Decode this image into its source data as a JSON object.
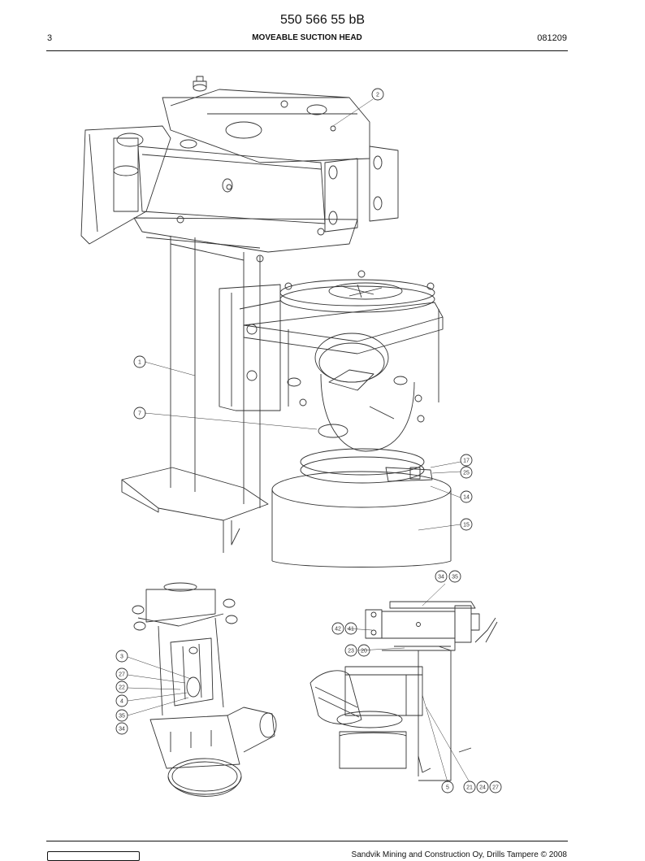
{
  "header": {
    "doc_number": "550 566 55 bB",
    "page": "3",
    "section_title": "MOVEABLE SUCTION HEAD",
    "date_code": "081209"
  },
  "callouts": {
    "main": [
      "2",
      "1",
      "7",
      "17",
      "25",
      "14",
      "15"
    ],
    "left": [
      "3",
      "27",
      "22",
      "4",
      "35",
      "34"
    ],
    "right": [
      "34",
      "35",
      "42",
      "41",
      "23",
      "20",
      "5",
      "21",
      "24",
      "27"
    ]
  },
  "footer": {
    "copyright": "Sandvik Mining and Construction Oy, Drills Tampere © 2008"
  }
}
